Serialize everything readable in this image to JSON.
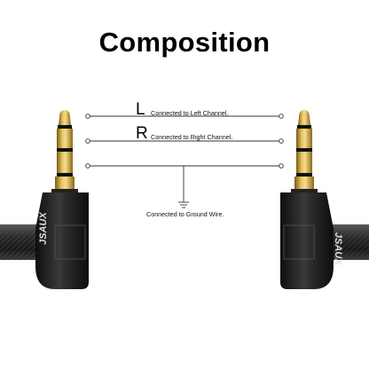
{
  "title": "Composition",
  "wires": {
    "left": {
      "letter": "L",
      "text": "Connected to Left Channel."
    },
    "right": {
      "letter": "R",
      "text": "Connected to Right Channel."
    },
    "ground": {
      "text": "Connected to Ground Wire."
    }
  },
  "brand": {
    "left_mark": "JSAUX",
    "right_mark": "JSAUX"
  },
  "colors": {
    "gold": "#c9a13a",
    "gold_dark": "#8a6a17",
    "black_shell": "#1b1b1b",
    "wire": "#333333"
  }
}
